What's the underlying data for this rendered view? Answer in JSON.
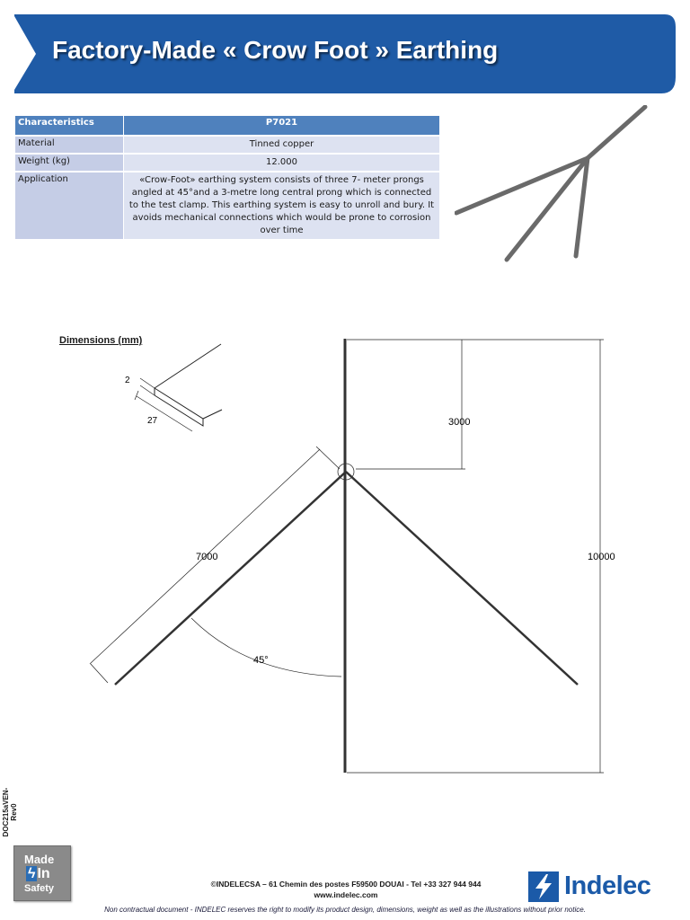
{
  "header": {
    "title": "Factory-Made « Crow Foot » Earthing",
    "banner_color": "#1f5ba6"
  },
  "spec_table": {
    "headers": [
      "Characteristics",
      "P7021"
    ],
    "rows": [
      {
        "label": "Material",
        "value": "Tinned copper"
      },
      {
        "label": "Weight (kg)",
        "value": "12.000"
      },
      {
        "label": "Application",
        "value": "«Crow-Foot» earthing system consists of three 7- meter prongs angled at 45°and a 3-metre long central prong which is connected to the test clamp. This earthing system is easy to unroll and bury. It avoids mechanical connections which would be prone to corrosion over time"
      }
    ]
  },
  "drawing": {
    "section_label": "Dimensions (mm)",
    "section": {
      "thickness": "2",
      "width": "27"
    },
    "dims": {
      "central": "3000",
      "prong": "7000",
      "angle": "45°",
      "total": "10000"
    }
  },
  "footer": {
    "doc_ref": "DOC215aVEN-Rev0",
    "logo": {
      "line1": "Made",
      "line2": "In",
      "line3": "Safety"
    },
    "address": "©INDELECSA – 61 Chemin des postes F59500 DOUAI - Tel +33 327 944 944",
    "website": "www.indelec.com",
    "brand": "Indelec",
    "disclaimer": "Non contractual document - INDELEC reserves the right to modify its product design, dimensions, weight as well as the illustrations without prior notice."
  }
}
